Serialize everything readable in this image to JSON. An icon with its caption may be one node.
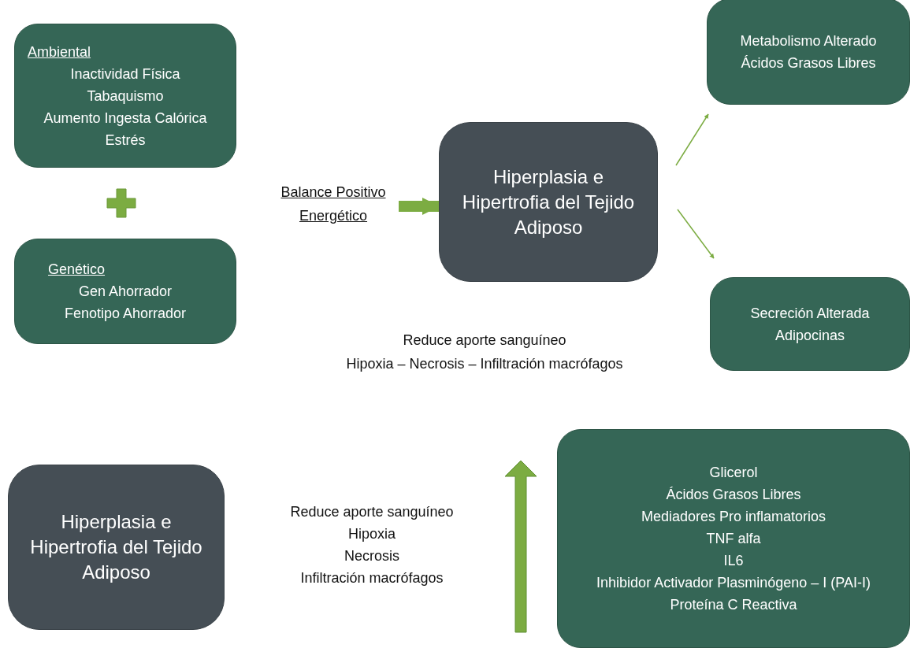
{
  "diagram": {
    "nodes": [
      {
        "text": [
          "Ambiental",
          "Inactividad Física",
          "Tabaquismo",
          "Aumento Ingesta Calórica",
          "Estrés"
        ]
      },
      {
        "text": [
          "Genético",
          "Gen Ahorrador",
          "Fenotipo Ahorrador"
        ]
      },
      {
        "text": [
          "Balance Positivo Energético"
        ]
      },
      {
        "text": [
          "Hiperplasia e Hipertrofia del Tejido Adiposo"
        ]
      },
      {
        "text": [
          "Metabolismo Alterado",
          "Ácidos Grasos Libres"
        ]
      },
      {
        "text": [
          "Secreción Alterada",
          "Adipocinas"
        ]
      },
      {
        "text": [
          "Hiperplasia e Hipertrofia del Tejido Adiposo"
        ]
      },
      {
        "text": [
          "Glicerol",
          "Ácidos Grasos Libres",
          "Mediadores Pro inflamatorios",
          "TNF alfa",
          "IL6",
          "Inhibidor Activador Plasminógeno – I (PAI-I)",
          "Proteína C Reactiva"
        ]
      }
    ],
    "edges": [
      {
        "from": 2,
        "to": 3,
        "arrow": "to",
        "style": "thick"
      },
      {
        "from": 3,
        "to": 4,
        "arrow": "to"
      },
      {
        "from": 3,
        "to": 5,
        "arrow": "to"
      }
    ],
    "labels": [
      "Reduce aporte sanguíneo",
      "Hipoxia – Necrosis – Infiltración macrófagos",
      "Reduce aporte sanguíneo",
      "Hipoxia",
      "Necrosis",
      "Infiltración macrófagos"
    ]
  }
}
